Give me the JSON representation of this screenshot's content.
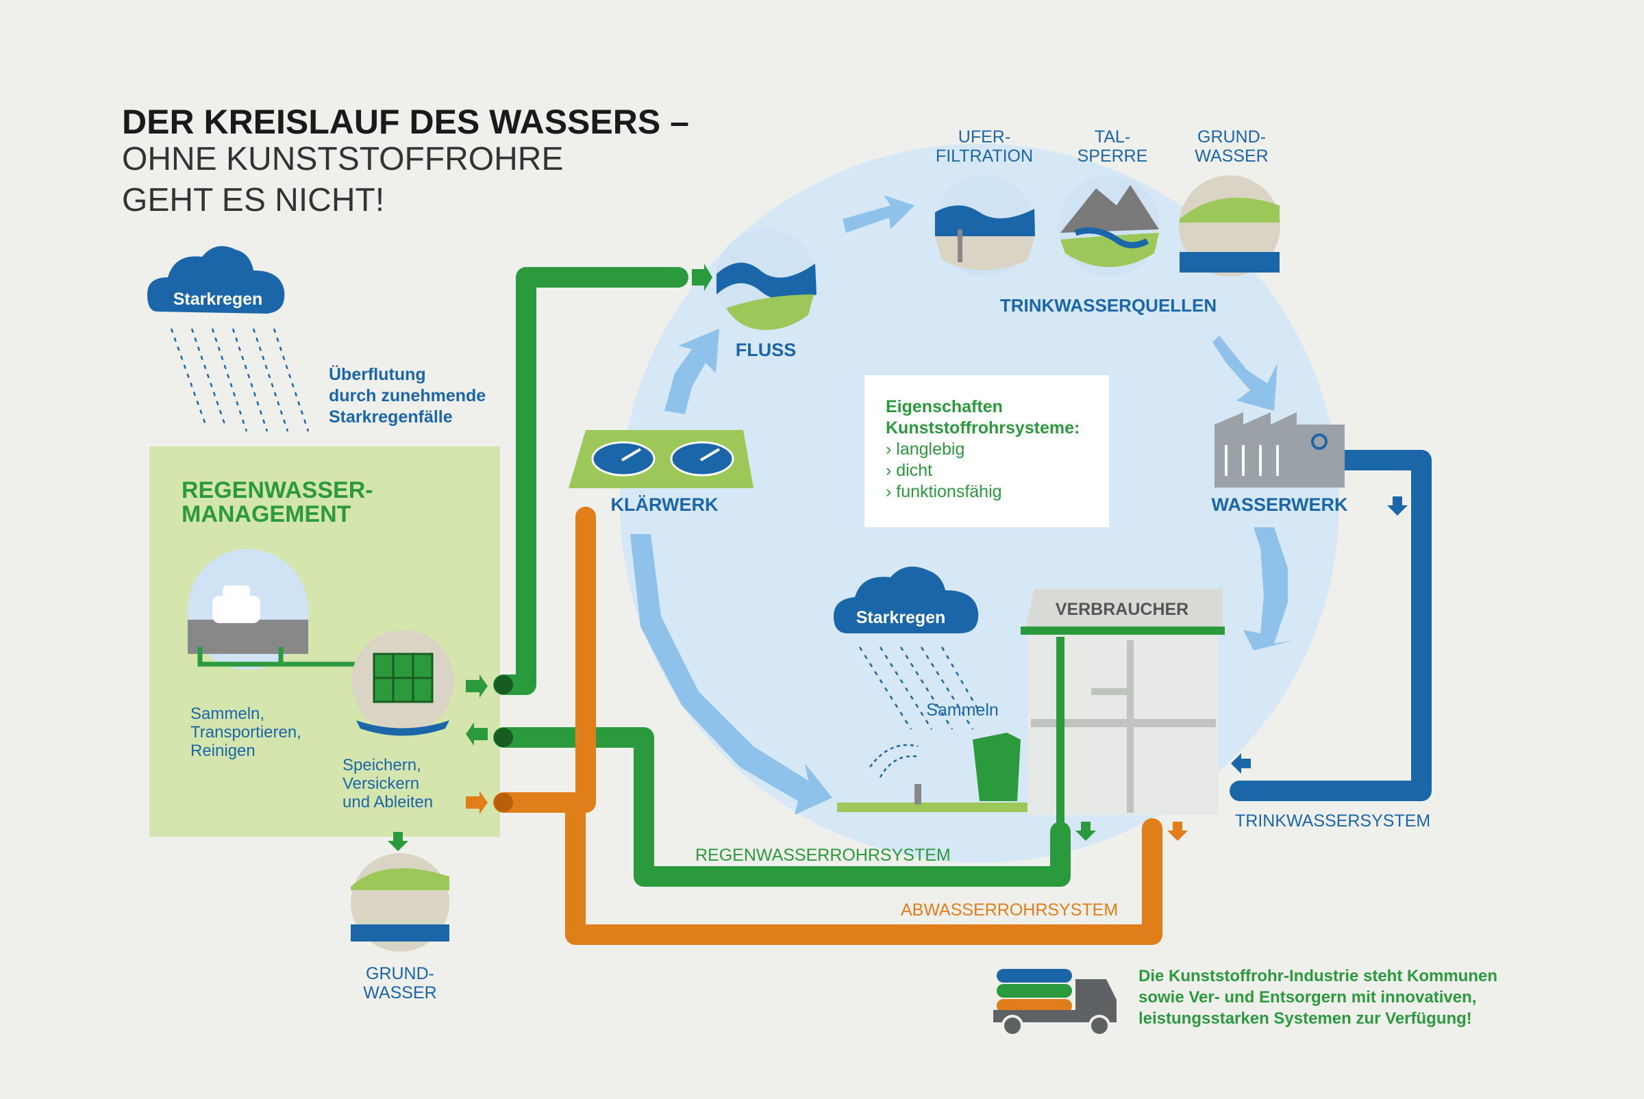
{
  "title": {
    "line1": "DER KREISLAUF DES WASSERS –",
    "line2": "OHNE KUNSTSTOFFROHRE",
    "line3": "GEHT ES NICHT!"
  },
  "cloud_left": {
    "label": "Starkregen"
  },
  "flood_note": [
    "Überflutung",
    "durch zunehmende",
    "Starkregenfälle"
  ],
  "rainwater_management": {
    "title_line1": "REGENWASSER-",
    "title_line2": "MANAGEMENT",
    "collect_lines": [
      "Sammeln,",
      "Transportieren,",
      "Reinigen"
    ],
    "store_lines": [
      "Speichern,",
      "Versickern",
      "und Ableiten"
    ]
  },
  "groundwater_bottom": {
    "line1": "GRUND-",
    "line2": "WASSER"
  },
  "cycle": {
    "fluss": "FLUSS",
    "klaerwerk": "KLÄRWERK",
    "wasserwerk": "WASSERWERK",
    "verbraucher": "VERBRAUCHER",
    "trinkwasserquellen": "TRINKWASSERQUELLEN",
    "sources": [
      {
        "line1": "UFER-",
        "line2": "FILTRATION"
      },
      {
        "line1": "TAL-",
        "line2": "SPERRE"
      },
      {
        "line1": "GRUND-",
        "line2": "WASSER"
      }
    ],
    "cloud_inner": "Starkregen",
    "collect_inner": "Sammeln"
  },
  "properties": {
    "heading_line1": "Eigenschaften",
    "heading_line2": "Kunststoffrohrsysteme:",
    "items": [
      "› langlebig",
      "› dicht",
      "› funktionsfähig"
    ]
  },
  "systems": {
    "regenwasser": "REGENWASSERROHRSYSTEM",
    "abwasser": "ABWASSERROHRSYSTEM",
    "trinkwasser": "TRINKWASSERSYSTEM"
  },
  "industry_note": [
    "Die Kunststoffrohr-Industrie steht Kommunen",
    "sowie Ver- und Entsorgern mit innovativen,",
    "leistungsstarken Systemen zur Verfügung!"
  ],
  "colors": {
    "green": "#2b9a3c",
    "blue": "#1a66a8",
    "orange": "#e07f1a",
    "light_blue": "#d6e8f6",
    "light_green": "#d4e5ae",
    "arrow_blue": "#8fc2ea"
  }
}
